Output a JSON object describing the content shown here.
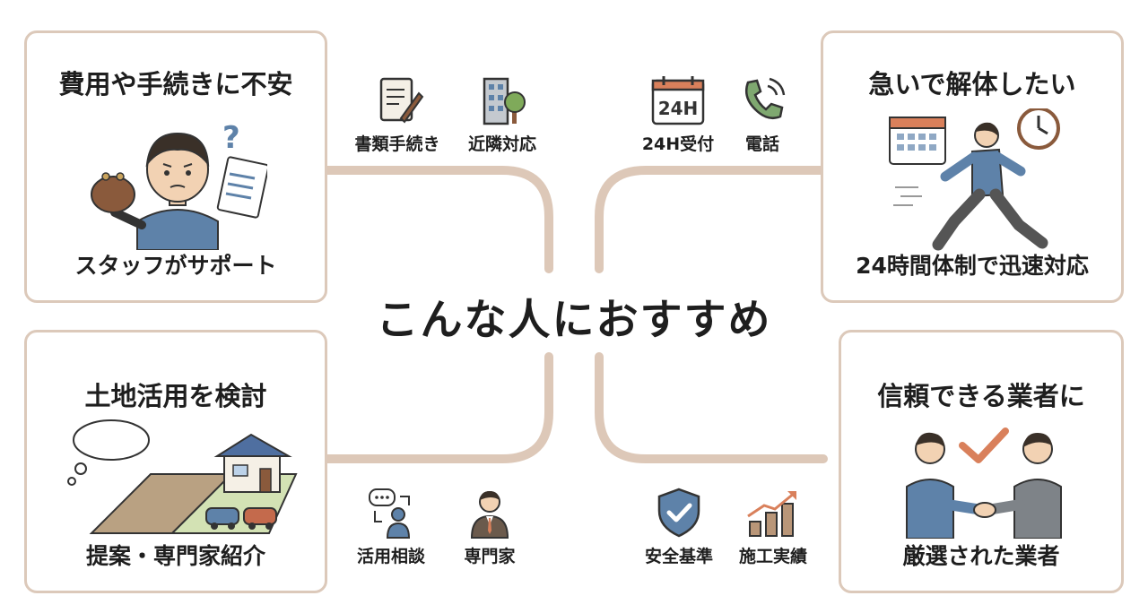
{
  "center_title": "こんな人におすすめ",
  "cards": {
    "top_left": {
      "title": "費用や手続きに不安",
      "subtitle": "スタッフがサポート"
    },
    "top_right": {
      "title": "急いで解体したい",
      "subtitle": "24時間体制で迅速対応"
    },
    "bottom_left": {
      "title": "土地活用を検討",
      "subtitle": "提案・専門家紹介"
    },
    "bottom_right": {
      "title": "信頼できる業者に",
      "subtitle": "厳選された業者"
    }
  },
  "features": {
    "documents": {
      "label": "書類手続き",
      "icon": "document-pen-icon"
    },
    "neighborhood": {
      "label": "近隣対応",
      "icon": "building-tree-icon"
    },
    "reception": {
      "label": "24H受付",
      "icon": "calendar-24h-icon",
      "badge": "24H"
    },
    "phone": {
      "label": "電話",
      "icon": "phone-icon"
    },
    "consult": {
      "label": "活用相談",
      "icon": "consultation-icon"
    },
    "expert": {
      "label": "専門家",
      "icon": "businessman-icon"
    },
    "safety": {
      "label": "安全基準",
      "icon": "shield-check-icon"
    },
    "record": {
      "label": "施工実績",
      "icon": "growth-chart-icon"
    }
  },
  "colors": {
    "connector": "#ddc8b8",
    "card_border": "#dcc9ba",
    "shirt_blue": "#5e82a9",
    "check_orange": "#d9805b"
  }
}
